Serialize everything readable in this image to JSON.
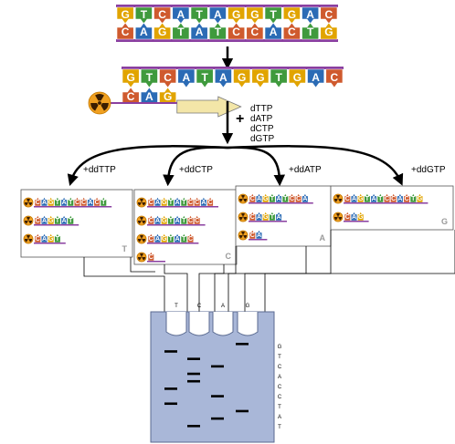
{
  "colors": {
    "G": "#e1a400",
    "T": "#3f9a3d",
    "C": "#cf5a2e",
    "A": "#2b6bb5",
    "backbone": "#8a3fa0",
    "gel": "#a9b7d8",
    "primer_arrow": "#f3e6a8",
    "radio": "#f0a020"
  },
  "template_top": [
    "G",
    "T",
    "C",
    "A",
    "T",
    "A",
    "G",
    "G",
    "T",
    "G",
    "A",
    "C"
  ],
  "template_bottom": [
    "C",
    "A",
    "G",
    "T",
    "A",
    "T",
    "C",
    "C",
    "A",
    "C",
    "T",
    "G"
  ],
  "single_strand": [
    "G",
    "T",
    "C",
    "A",
    "T",
    "A",
    "G",
    "G",
    "T",
    "G",
    "A",
    "C"
  ],
  "primer": [
    "C",
    "A",
    "G"
  ],
  "plus_sign": "+",
  "dntps": [
    "dTTP",
    "dATP",
    "dCTP",
    "dGTP"
  ],
  "reactions": [
    {
      "label": "+ddTTP",
      "lane": "T",
      "products": [
        [
          "C",
          "A",
          "G",
          "T",
          "A",
          "T",
          "C",
          "C",
          "A",
          "C",
          "T"
        ],
        [
          "C",
          "A",
          "G",
          "T",
          "A",
          "T"
        ],
        [
          "C",
          "A",
          "G",
          "T"
        ]
      ]
    },
    {
      "label": "+ddCTP",
      "lane": "C",
      "products": [
        [
          "C",
          "A",
          "G",
          "T",
          "A",
          "T",
          "C",
          "C",
          "A",
          "C"
        ],
        [
          "C",
          "A",
          "G",
          "T",
          "A",
          "T",
          "C",
          "C"
        ],
        [
          "C",
          "A",
          "G",
          "T",
          "A",
          "T",
          "C"
        ],
        [
          "C"
        ]
      ]
    },
    {
      "label": "+ddATP",
      "lane": "A",
      "products": [
        [
          "C",
          "A",
          "G",
          "T",
          "A",
          "T",
          "C",
          "C",
          "A"
        ],
        [
          "C",
          "A",
          "G",
          "T",
          "A"
        ],
        [
          "C",
          "A"
        ]
      ]
    },
    {
      "label": "+ddGTP",
      "lane": "G",
      "products": [
        [
          "C",
          "A",
          "G",
          "T",
          "A",
          "T",
          "C",
          "C",
          "A",
          "C",
          "T",
          "G"
        ],
        [
          "C",
          "A",
          "G"
        ]
      ]
    }
  ],
  "gel_lanes": [
    "T",
    "C",
    "A",
    "G"
  ],
  "read_sequence": [
    "G",
    "T",
    "C",
    "A",
    "C",
    "C",
    "T",
    "A",
    "T"
  ]
}
